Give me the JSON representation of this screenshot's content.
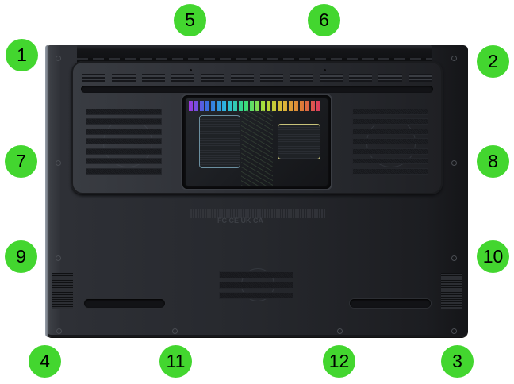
{
  "diagram": {
    "subject": "Laptop bottom view",
    "callout_color": "#43d62f",
    "callouts": [
      {
        "id": 1,
        "label": "1"
      },
      {
        "id": 2,
        "label": "2"
      },
      {
        "id": 3,
        "label": "3"
      },
      {
        "id": 4,
        "label": "4"
      },
      {
        "id": 5,
        "label": "5"
      },
      {
        "id": 6,
        "label": "6"
      },
      {
        "id": 7,
        "label": "7"
      },
      {
        "id": 8,
        "label": "8"
      },
      {
        "id": 9,
        "label": "9"
      },
      {
        "id": 10,
        "label": "10"
      },
      {
        "id": 11,
        "label": "11"
      },
      {
        "id": 12,
        "label": "12"
      }
    ],
    "regulatory_marks": "FC CE UK CA"
  }
}
